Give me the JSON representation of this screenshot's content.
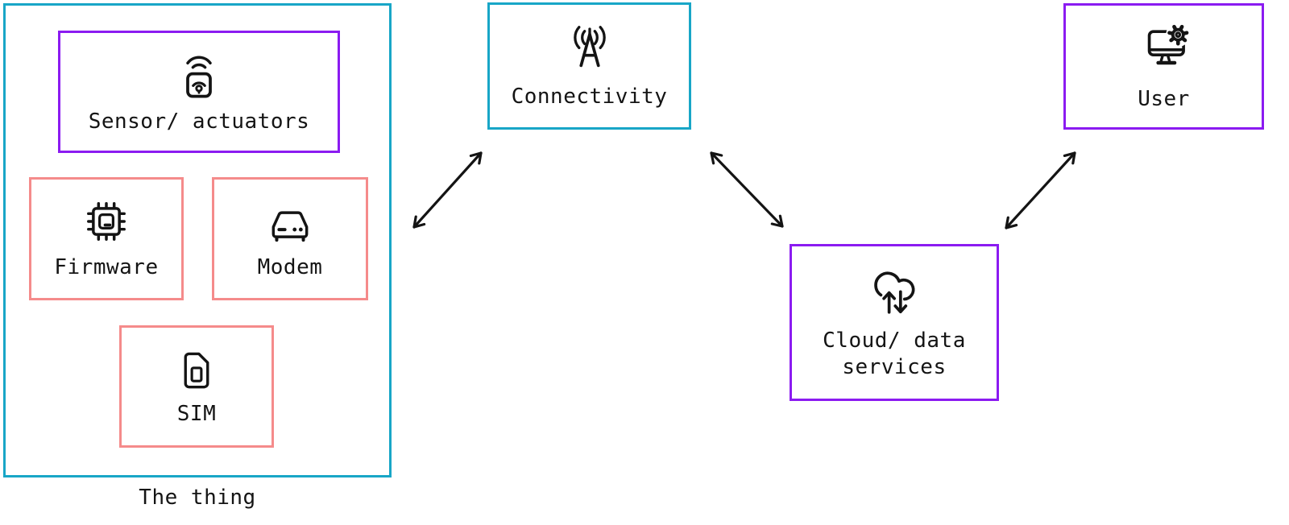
{
  "colors": {
    "accent_cyan": "#18A6C7",
    "accent_purple": "#8B1BF1",
    "accent_pink": "#F58B8B",
    "ink": "#141414",
    "background": "#FFFFFF"
  },
  "thing": {
    "label": "The thing",
    "sensor": {
      "label": "Sensor/ actuators",
      "icon": "smart-sensor-icon"
    },
    "firmware": {
      "label": "Firmware",
      "icon": "chip-icon"
    },
    "modem": {
      "label": "Modem",
      "icon": "modem-icon"
    },
    "sim": {
      "label": "SIM",
      "icon": "sim-card-icon"
    }
  },
  "connectivity": {
    "label": "Connectivity",
    "icon": "radio-antenna-icon"
  },
  "cloud": {
    "label_line1": "Cloud/ data",
    "label_line2": "services",
    "icon": "cloud-sync-icon"
  },
  "user": {
    "label": "User",
    "icon": "monitor-gear-icon"
  },
  "connections": [
    {
      "from": "The thing",
      "to": "Connectivity",
      "style": "double-headed-arrow"
    },
    {
      "from": "Connectivity",
      "to": "Cloud/ data services",
      "style": "double-headed-arrow"
    },
    {
      "from": "Cloud/ data services",
      "to": "User",
      "style": "double-headed-arrow"
    }
  ]
}
